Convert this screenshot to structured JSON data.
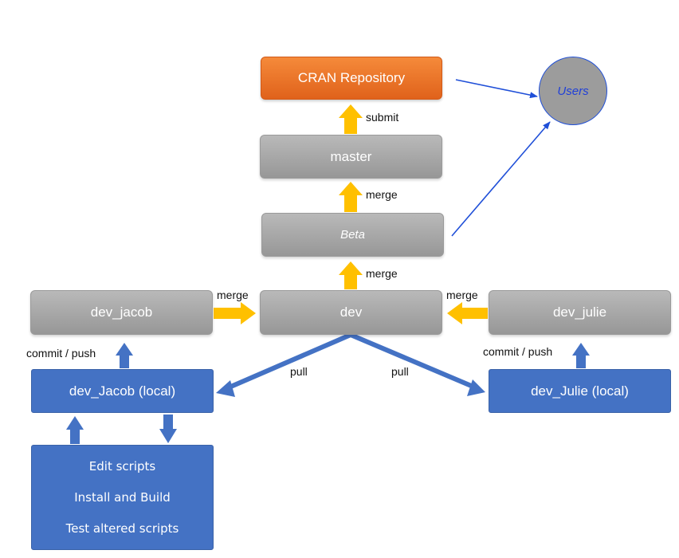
{
  "nodes": {
    "cran": "CRAN Repository",
    "users": "Users",
    "master": "master",
    "beta": "Beta",
    "dev": "dev",
    "dev_jacob": "dev_jacob",
    "dev_julie": "dev_julie",
    "dev_jacob_local": "dev_Jacob (local)",
    "dev_julie_local": "dev_Julie (local)"
  },
  "local_tasks": [
    "Edit scripts",
    "Install and Build",
    "Test altered scripts"
  ],
  "edge_labels": {
    "submit": "submit",
    "merge_master": "merge",
    "merge_beta": "merge",
    "merge_jacob": "merge",
    "merge_julie": "merge",
    "commit_jacob": "commit / push",
    "commit_julie": "commit / push",
    "pull_jacob": "pull",
    "pull_julie": "pull"
  },
  "colors": {
    "grey_box": "#a6a6a6",
    "orange_box": "#ed7d31",
    "blue_box": "#4472c4",
    "yellow_arrow": "#ffc000",
    "blue_arrow": "#4472c4",
    "users_line": "#1f4fd8"
  }
}
